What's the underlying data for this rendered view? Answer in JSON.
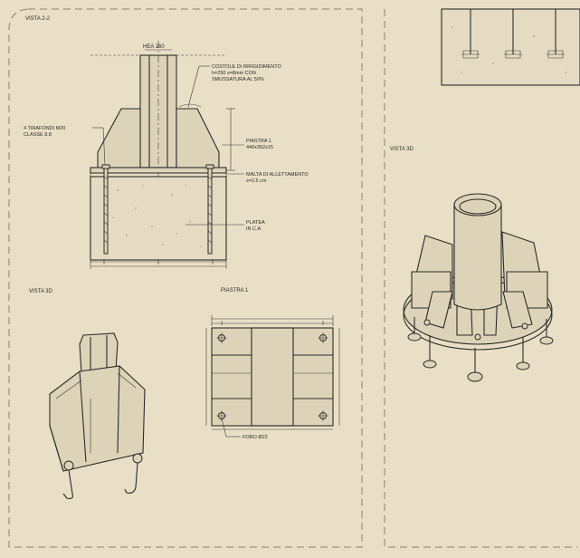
{
  "labels": {
    "vista_2_2": "VISTA 2-2",
    "hea": "HEA 160",
    "costole": [
      "COSTOLE DI IRRIGIDIMENTO",
      "h=250 s=8mm CON",
      "SMUSSATURA AL 50%"
    ],
    "tirafondi": [
      "4 TIRAFONDI M20",
      "CLASSE 8.8"
    ],
    "piastra_1": [
      "PIASTRA 1",
      "440x362x15"
    ],
    "malta": [
      "MALTA DI ALLETTAMENTO",
      "s=2.5 cm"
    ],
    "platea": [
      "PLATEA",
      "IN C.A"
    ],
    "vista_3d_left": "VISTA 3D",
    "piastra_title": "PIASTRA 1",
    "foro": "FORO Ø22",
    "vista_3d_right": "VISTA 3D"
  },
  "colors": {
    "background": "#e9dfc6",
    "ink": "#2b2b2b",
    "frame": "#8a8068"
  }
}
